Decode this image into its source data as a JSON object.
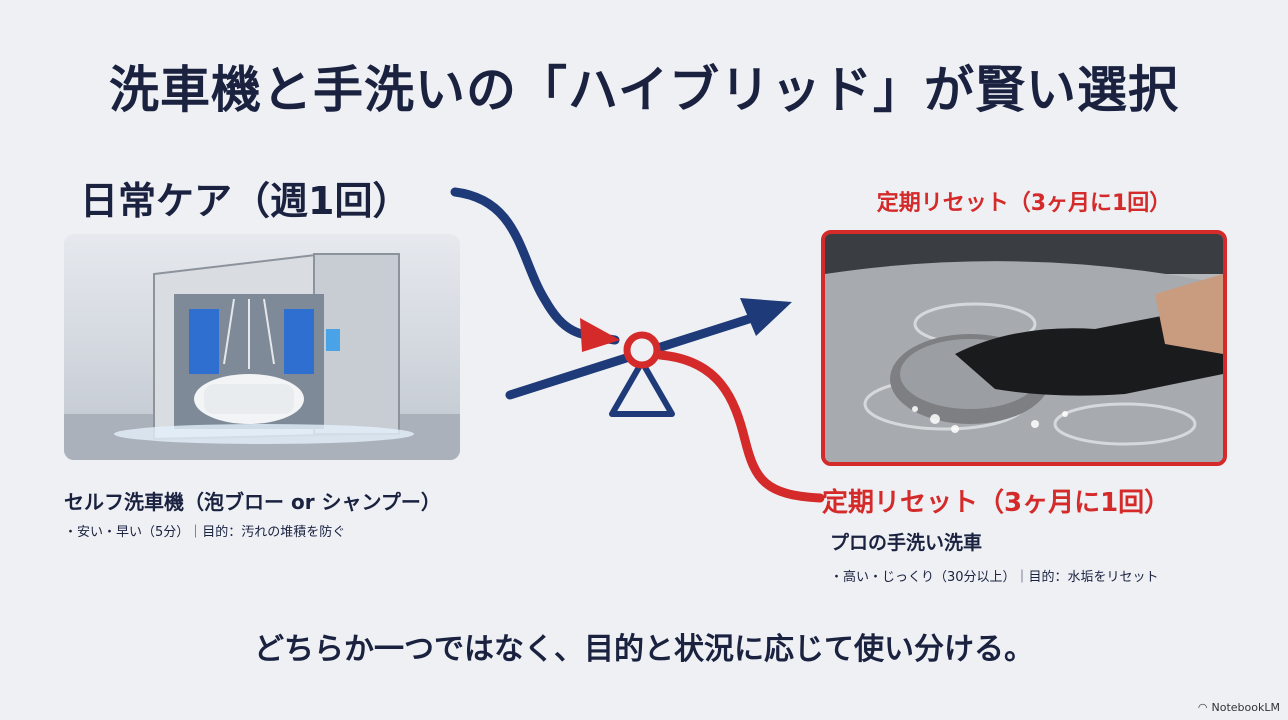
{
  "title": "洗車機と手洗いの「ハイブリッド」が賢い選択",
  "left": {
    "heading": "日常ケア（週1回）",
    "caption_title": "セルフ洗車機（泡ブロー or シャンプー）",
    "caption_sub": "・安い・早い（5分）｜目的：汚れの堆積を防ぐ"
  },
  "right": {
    "top_label": "定期リセット（3ヶ月に1回）",
    "mid_label": "定期リセット（3ヶ月に1回）",
    "caption_title": "プロの手洗い洗車",
    "caption_sub": "・高い・じっくり（30分以上）｜目的：水垢をリセット"
  },
  "bottom": "どちらか一つではなく、目的と状況に応じて使い分ける。",
  "watermark": "NotebookLM",
  "colors": {
    "navy": "#1e3a78",
    "red": "#d42a2a",
    "text": "#1a2240",
    "background": "#eef0f4"
  }
}
